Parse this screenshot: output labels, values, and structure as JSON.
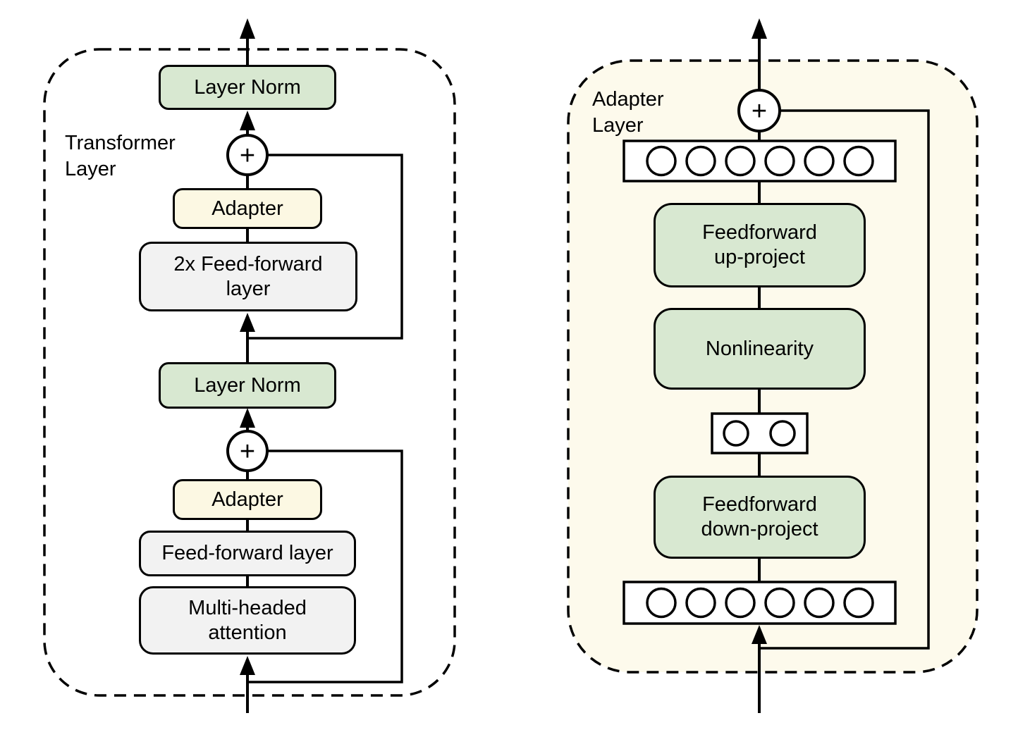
{
  "figure": {
    "description": "Adapter architecture diagram with two panels: a Transformer layer with inserted Adapter modules, and the internal structure of the Adapter layer"
  },
  "colors": {
    "background": "#ffffff",
    "line": "#000000",
    "green-box": "#d8e8d1",
    "cream-box": "#fcf8e3",
    "gray-box": "#f2f2f2",
    "panel-bg": "#fdfaec",
    "white": "#ffffff",
    "text": "#000000"
  },
  "left_panel": {
    "label": "Transformer Layer",
    "add_symbol": "+",
    "blocks": {
      "layer_norm_top": "Layer Norm",
      "adapter_top": "Adapter",
      "feed_forward_2x": "2x Feed-forward layer",
      "layer_norm_bottom": "Layer Norm",
      "adapter_bottom": "Adapter",
      "feed_forward": "Feed-forward layer",
      "multi_head_attention": "Multi-headed attention"
    }
  },
  "right_panel": {
    "label": "Adapter Layer",
    "add_symbol": "+",
    "blocks": {
      "up_project": "Feedforward up-project",
      "nonlinearity": "Nonlinearity",
      "down_project": "Feedforward down-project"
    },
    "units": {
      "output_vector": 6,
      "bottleneck": 2,
      "input_vector": 6
    }
  }
}
